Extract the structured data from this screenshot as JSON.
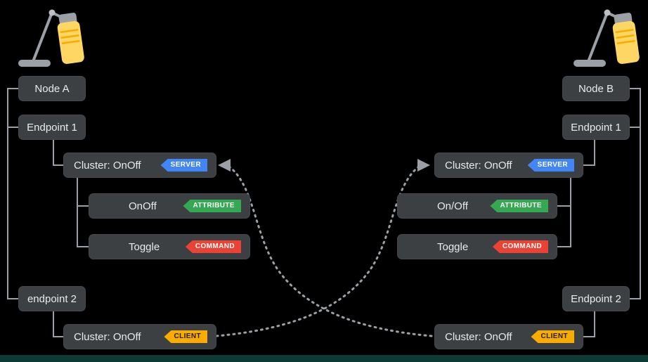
{
  "left": {
    "node": "Node A",
    "endpoint1": "Endpoint 1",
    "cluster_server": {
      "label": "Cluster: OnOff",
      "badge": "SERVER"
    },
    "attribute": {
      "label": "OnOff",
      "badge": "ATTRIBUTE"
    },
    "command": {
      "label": "Toggle",
      "badge": "COMMAND"
    },
    "endpoint2": "endpoint 2",
    "cluster_client": {
      "label": "Cluster: OnOff",
      "badge": "CLIENT"
    }
  },
  "right": {
    "node": "Node B",
    "endpoint1": "Endpoint 1",
    "cluster_server": {
      "label": "Cluster: OnOff",
      "badge": "SERVER"
    },
    "attribute": {
      "label": "On/Off",
      "badge": "ATTRIBUTE"
    },
    "command": {
      "label": "Toggle",
      "badge": "COMMAND"
    },
    "endpoint2": "Endpoint 2",
    "cluster_client": {
      "label": "Cluster: OnOff",
      "badge": "CLIENT"
    }
  },
  "icons": {
    "left_lamp": "desk-lamp",
    "right_lamp": "desk-lamp"
  },
  "colors": {
    "background": "#000000",
    "box_bg": "#3C4043",
    "box_text": "#E8EAED",
    "connector": "#9AA0A6",
    "server_badge": "#4285F4",
    "attribute_badge": "#34A853",
    "command_badge": "#EA4335",
    "client_badge": "#F9AB00",
    "lamp_yellow": "#FDD663",
    "bottom_strip": "#0d3a34"
  }
}
